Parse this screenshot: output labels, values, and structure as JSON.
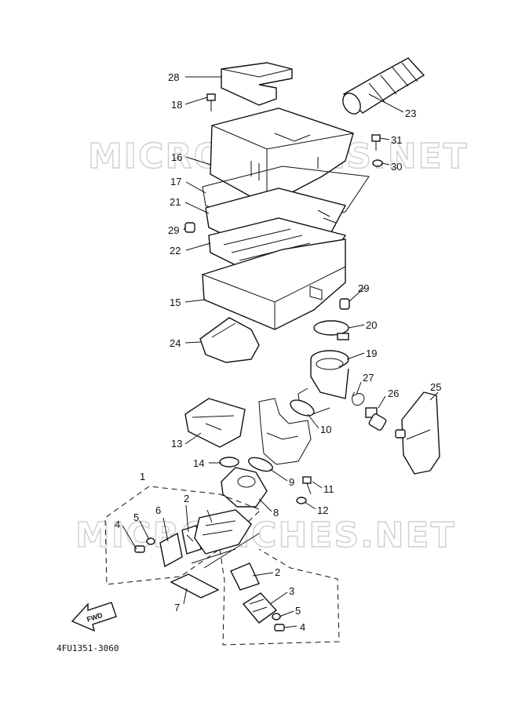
{
  "watermark": "MICROFICHES.NET",
  "drawing_code": "4FU1351-3060",
  "fwd_label": "FWD",
  "callouts": {
    "c1": "1",
    "c2a": "2",
    "c2b": "2",
    "c3": "3",
    "c4a": "4",
    "c4b": "4",
    "c5a": "5",
    "c5b": "5",
    "c6": "6",
    "c7": "7",
    "c8": "8",
    "c9": "9",
    "c10": "10",
    "c11": "11",
    "c12": "12",
    "c13": "13",
    "c14": "14",
    "c15": "15",
    "c16": "16",
    "c17": "17",
    "c18": "18",
    "c19": "19",
    "c20": "20",
    "c21": "21",
    "c22": "22",
    "c23": "23",
    "c24": "24",
    "c25": "25",
    "c26": "26",
    "c27": "27",
    "c28": "28",
    "c29a": "29",
    "c29b": "29",
    "c30": "30",
    "c31": "31"
  },
  "colors": {
    "ink": "#111111",
    "watermark": "#cfcfcf",
    "background": "#ffffff"
  }
}
